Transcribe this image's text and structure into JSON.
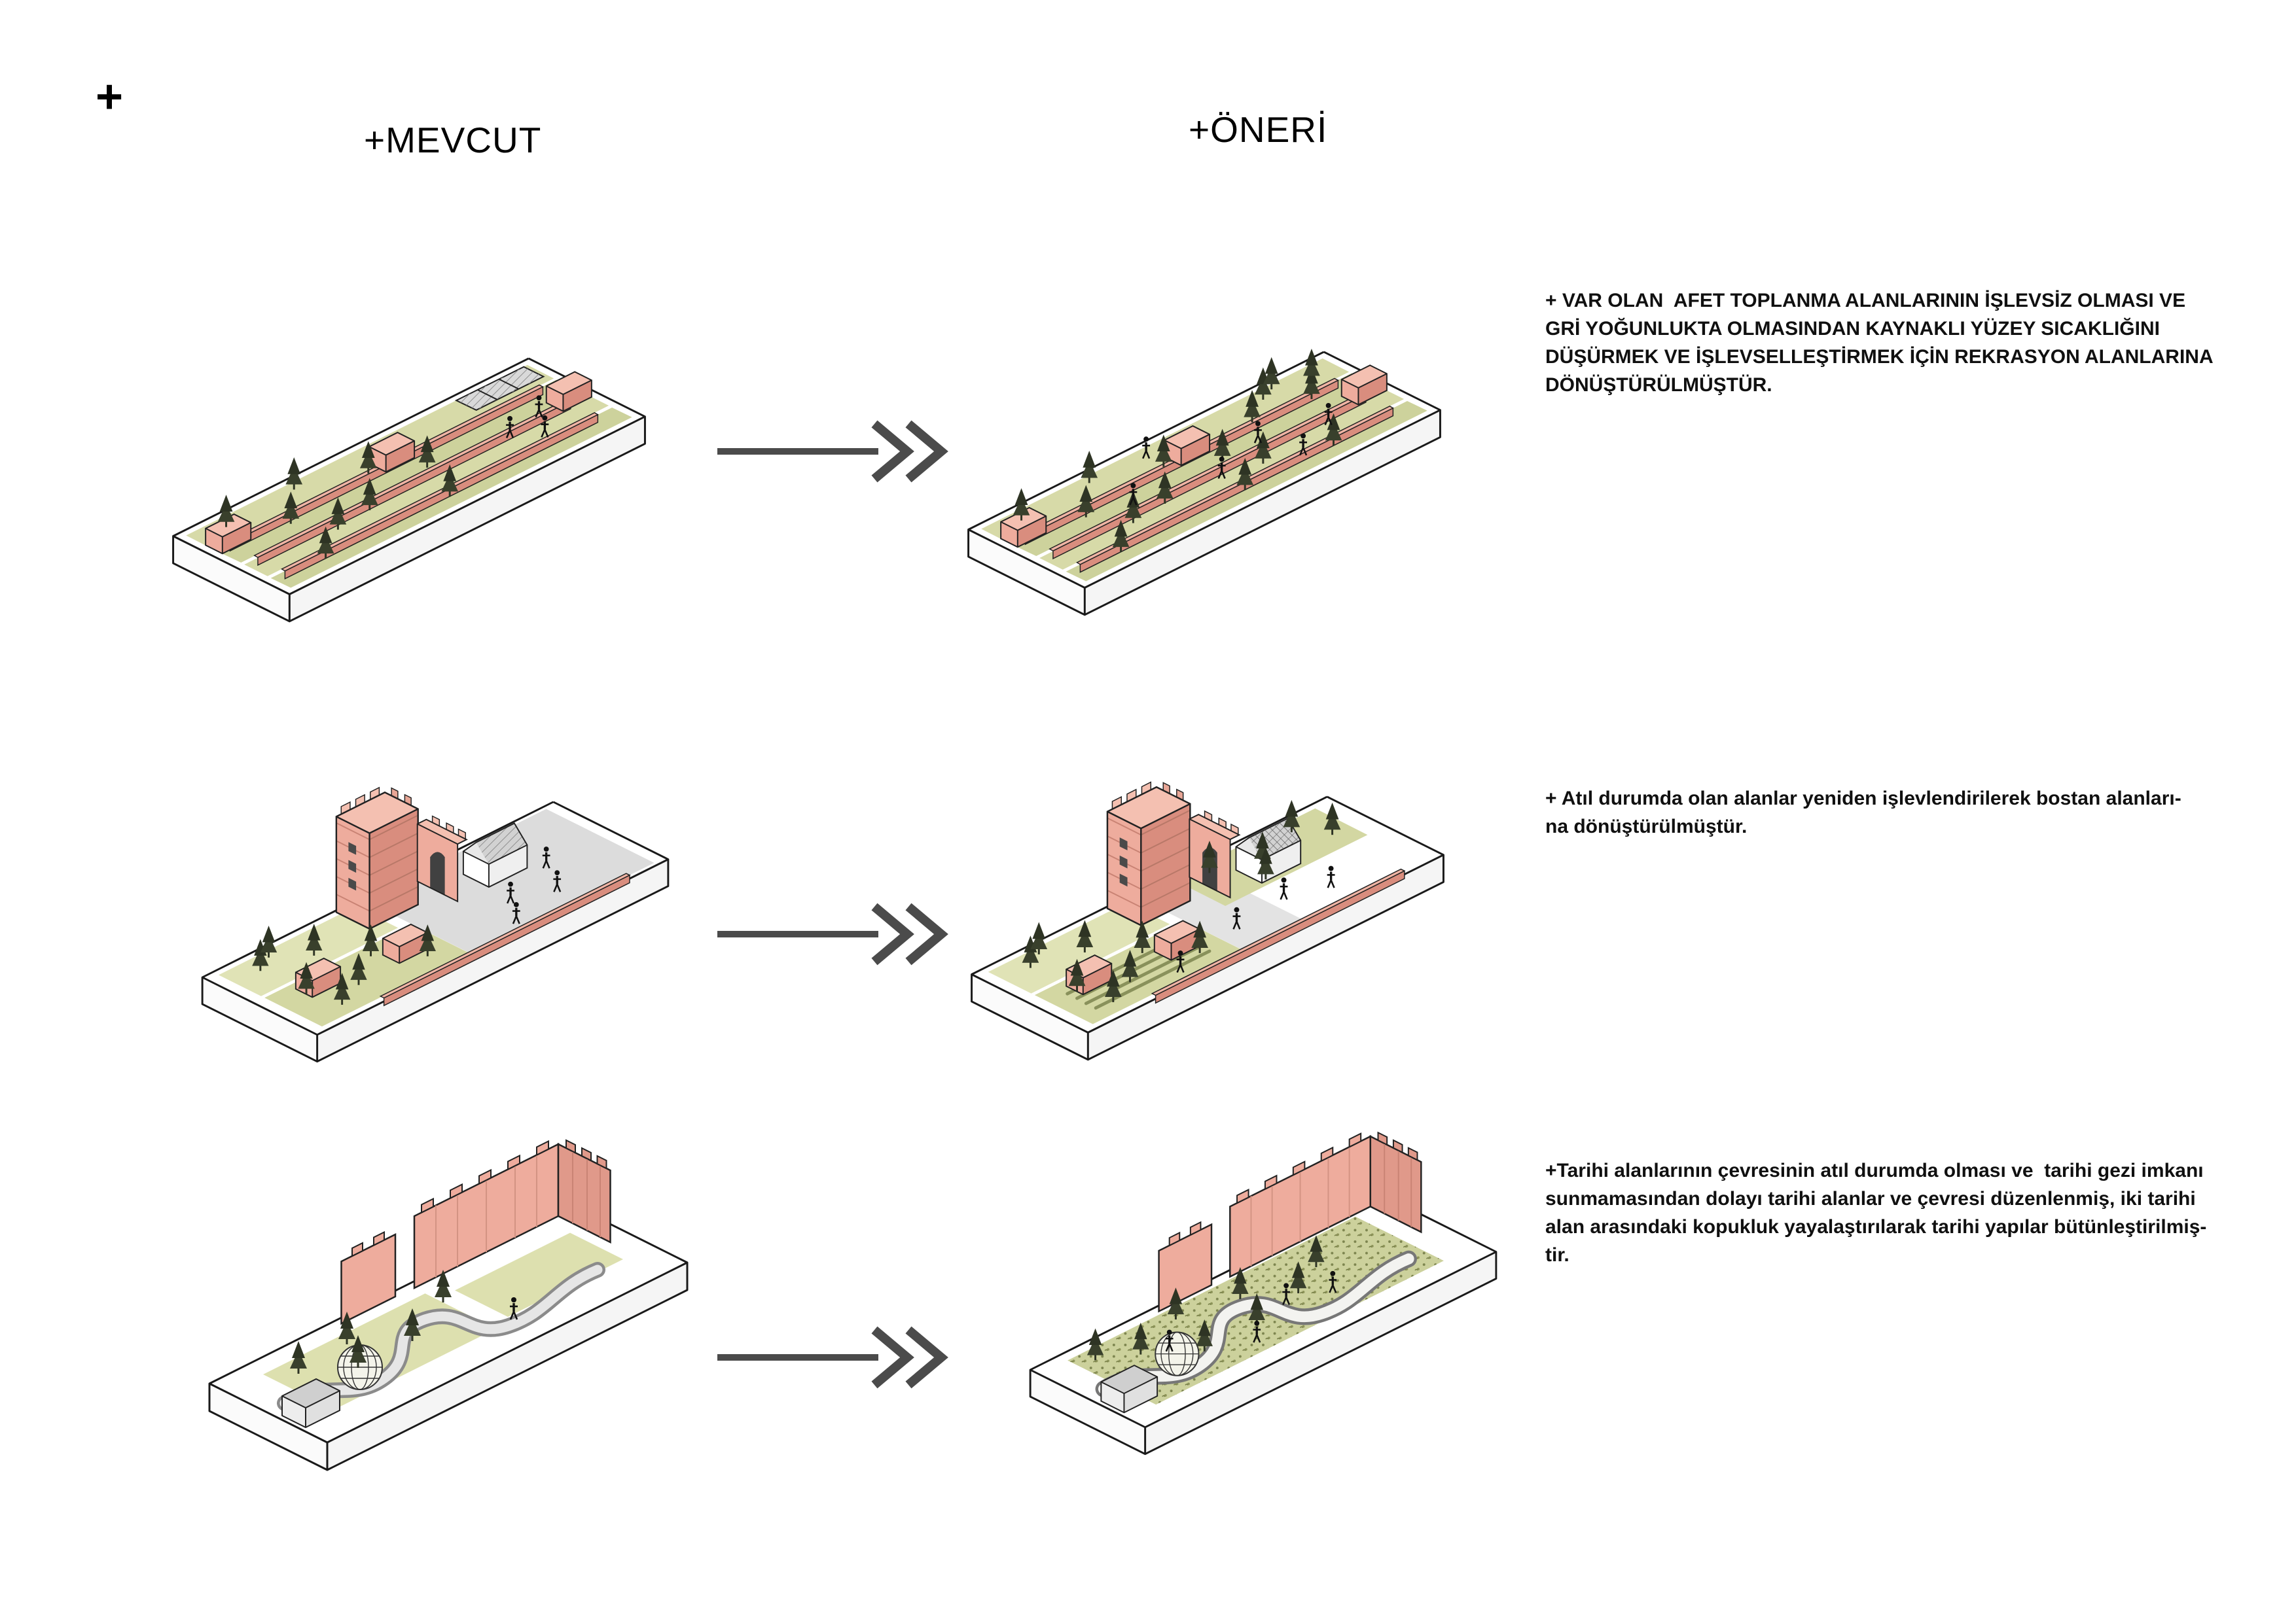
{
  "page": {
    "plus_mark": "+",
    "columns": {
      "existing_label": "+MEVCUT",
      "proposal_label": "+ÖNERİ"
    }
  },
  "colors": {
    "green_area": "#d3d7a2",
    "green_light": "#e0e3b6",
    "pink_structure": "#eeac9d",
    "pink_dark": "#d98d7e",
    "pink_top": "#f4c0b1",
    "gray_paving": "#dcdcdc",
    "outline": "#1a1a1a",
    "arrow": "#4b4b4b",
    "tree": "#2e3424"
  },
  "rows": [
    {
      "id": "afet-toplanma-alanlari",
      "annotation_lines": [
        "+ VAR OLAN  AFET TOPLANMA ALANLARININ İŞLEVSİZ OLMASI VE",
        "GRİ YOĞUNLUKTA OLMASINDAN KAYNAKLI YÜZEY SICAKLIĞINI",
        "DÜŞÜRMEK VE İŞLEVSELLEŞTİRMEK İÇİN REKRASYON ALANLARINA",
        "DÖNÜŞTÜRÜLMÜŞTÜR."
      ]
    },
    {
      "id": "atil-alanlar-bostan",
      "annotation_lines": [
        "+ Atıl durumda olan alanlar yeniden işlevlendirilerek bostan alanları-",
        "na dönüştürülmüştür."
      ]
    },
    {
      "id": "tarihi-alanlar",
      "annotation_lines": [
        "+Tarihi alanlarının çevresinin atıl durumda olması ve  tarihi gezi imkanı",
        "sunmamasından dolayı tarihi alanlar ve çevresi düzenlenmiş, iki tarihi",
        "alan arasındaki kopukluk yayalaştırılarak tarihi yapılar bütünleştirilmiş-",
        "tir."
      ]
    }
  ]
}
